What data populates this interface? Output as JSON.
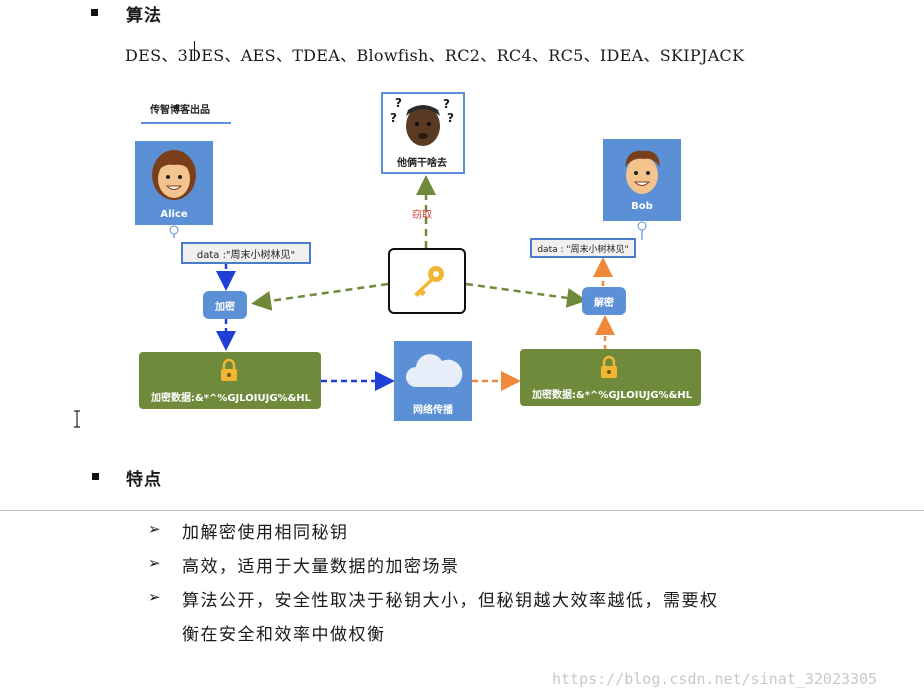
{
  "sections": {
    "algorithm_heading": "算法",
    "algorithm_list": "DES、3DES、AES、TDEA、Blowfish、RC2、RC4、RC5、IDEA、SKIPJACK",
    "features_heading": "特点"
  },
  "diagram": {
    "publisher": "传智博客出品",
    "alice_name": "Alice",
    "bob_name": "Bob",
    "mystery_caption": "他俩干啥去",
    "mystery_marks": "?",
    "steal_label": "窃取",
    "plaintext_left": "data :\"周末小树林见\"",
    "plaintext_right": "data : \"周末小树林见\"",
    "encrypt_label": "加密",
    "decrypt_label": "解密",
    "cipher_left": "加密数据:&*^%GJLOIUJG%&HL",
    "cipher_right": "加密数据:&*^%GJLOIUJG%&HL",
    "network_label": "网络传播",
    "colors": {
      "blue_box": "#5b8fd6",
      "olive_box": "#6e8a3a",
      "green_dash": "#6e8a3a",
      "blue_dash": "#1f3fd6",
      "orange_dash": "#f0883a",
      "key_gold": "#f2b632",
      "steal_red": "#d43b2c"
    }
  },
  "features": {
    "items": [
      "加解密使用相同秘钥",
      "高效，适用于大量数据的加密场景",
      "算法公开，安全性取决于秘钥大小，但秘钥越大效率越低，需要权",
      "衡在安全和效率中做权衡"
    ],
    "marker": "➢"
  },
  "watermark": "https://blog.csdn.net/sinat_32023305"
}
